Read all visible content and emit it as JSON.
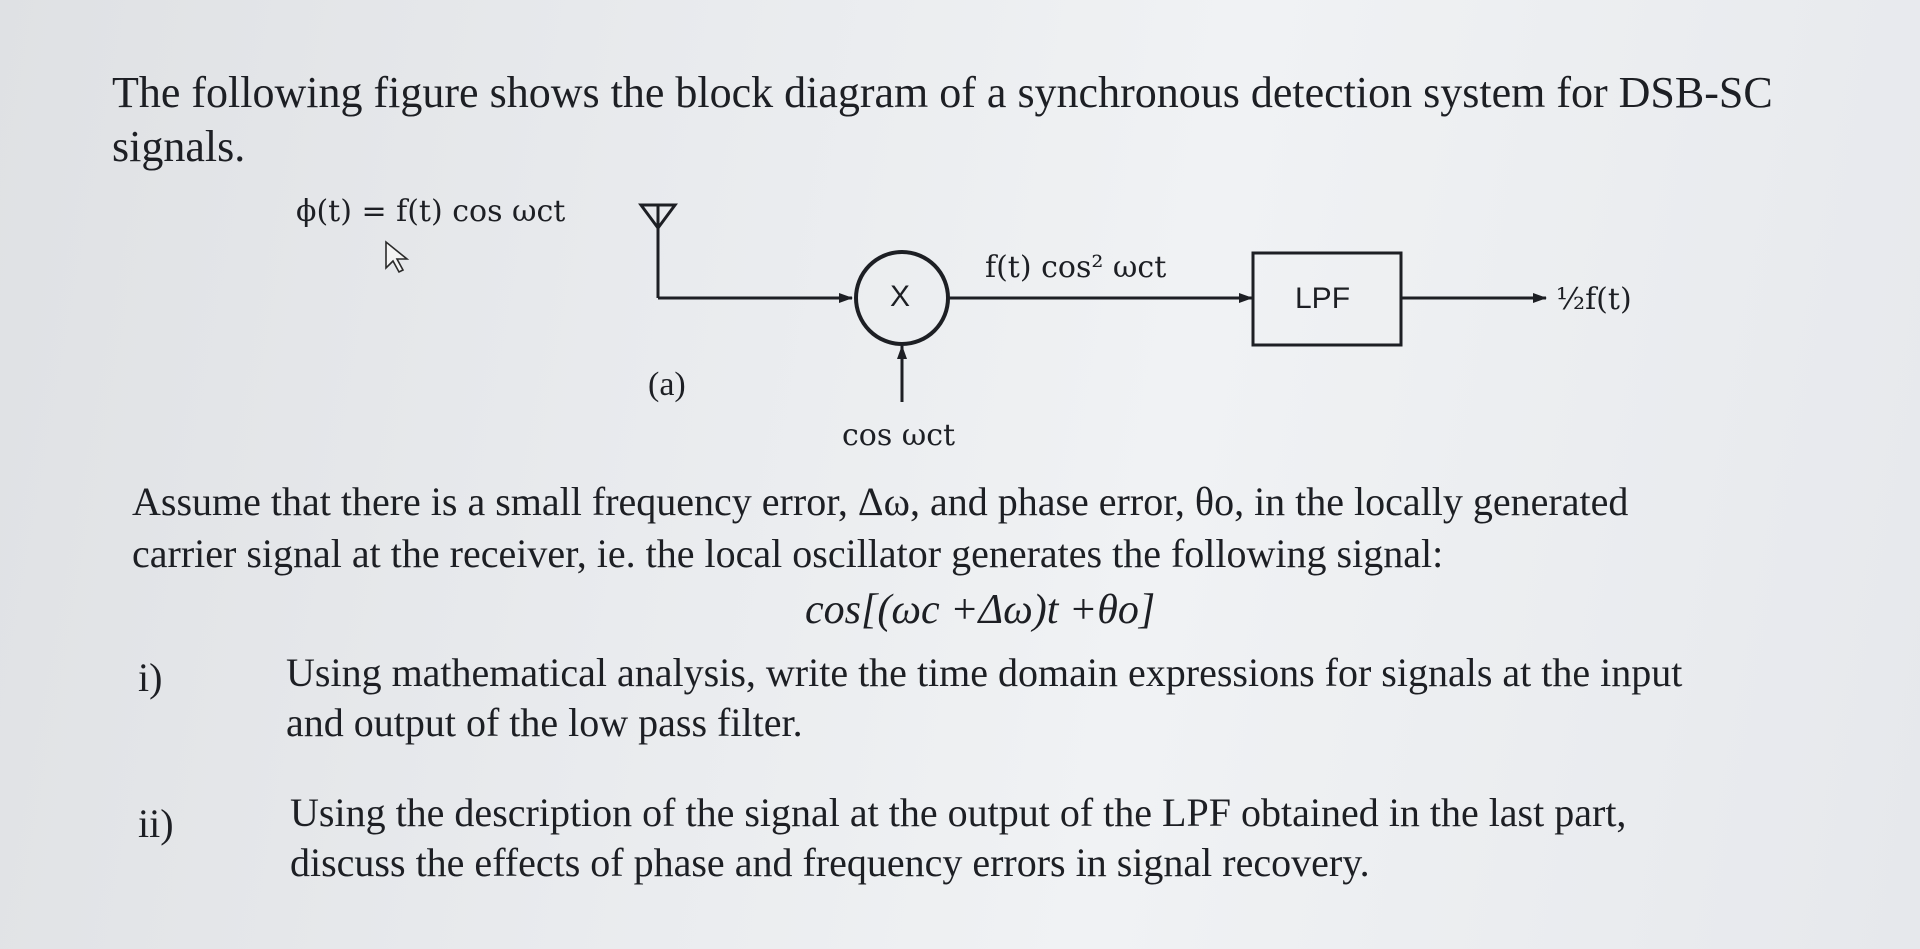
{
  "intro": {
    "line1": "The following figure shows the block diagram of a synchronous detection system for DSB-SC",
    "line2": "signals."
  },
  "diagram": {
    "input_signal": "ϕ(t) = f(t) cos ωct",
    "multiplier": "X",
    "multiplier_output": "f(t) cos² ωct",
    "filter": "LPF",
    "output": "½f(t)",
    "local_oscillator": "cos ωct",
    "caption": "(a)"
  },
  "assumption": {
    "line1": "Assume that there is a small frequency error, Δω, and phase error, θo, in the locally generated",
    "line2": "carrier signal at the receiver, ie. the local oscillator generates the following signal:",
    "formula": "cos[(ωc +Δω)t +θo]"
  },
  "questions": [
    {
      "number": "i)",
      "line1": "Using mathematical analysis, write the time domain expressions for signals at the input",
      "line2": "and output of the low pass filter."
    },
    {
      "number": "ii)",
      "line1": "Using the description of the signal at the output of the LPF obtained in the last part,",
      "line2": "discuss the effects of phase and frequency errors in signal recovery."
    }
  ]
}
